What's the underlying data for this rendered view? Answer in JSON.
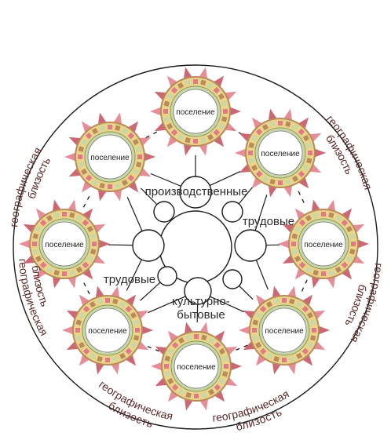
{
  "diagram": {
    "settlement_label": "поселение",
    "node_labels": {
      "production": "производственные",
      "labor_right": "трудовые",
      "labor_left": "трудовые",
      "cultural_line1": "культурно-",
      "cultural_line2": "бытовые"
    },
    "outer_arcs": [
      {
        "line1": "географическая",
        "line2": "близость"
      },
      {
        "line1": "географическая",
        "line2": "близость"
      },
      {
        "line1": "географическая",
        "line2": "близость"
      },
      {
        "line1": "географическая",
        "line2": "близость"
      },
      {
        "line1": "географическая",
        "line2": "близость"
      },
      {
        "line1": "географическая",
        "line2": "близость"
      }
    ],
    "colors": {
      "outline": "#1a1a1a",
      "arc_text": "#5a2a2a",
      "petal": "#e07a85",
      "petal_dark": "#c24d5c",
      "ring": "#e9d48a",
      "ring_accent": "#b98a5a",
      "inner_ring": "#c9d7a6"
    }
  }
}
